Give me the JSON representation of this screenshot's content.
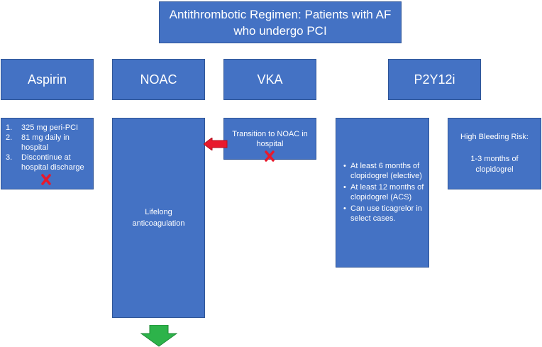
{
  "title": {
    "line1": "Antithrombotic Regimen: Patients with AF",
    "line2": "who undergo PCI"
  },
  "headers": {
    "aspirin": "Aspirin",
    "noac": "NOAC",
    "vka": "VKA",
    "p2y12": "P2Y12i"
  },
  "aspirin_detail": {
    "items": [
      {
        "num": "1.",
        "text": "325 mg peri-PCI"
      },
      {
        "num": "2.",
        "text": "81 mg daily in hospital"
      },
      {
        "num": "3.",
        "text": "Discontinue at hospital discharge"
      }
    ]
  },
  "noac_detail": {
    "text": "Lifelong anticoagulation"
  },
  "vka_detail": {
    "text": "Transition to NOAC in hospital"
  },
  "p2y12_detail": {
    "bullet": "•",
    "items": [
      "At least 6 months of clopidogrel (elective)",
      "At least 12 months of clopidogrel (ACS)",
      "Can use ticagrelor in select cases."
    ]
  },
  "bleeding": {
    "title": "High Bleeding Risk:",
    "text": "1-3 months of clopidogrel"
  },
  "colors": {
    "box_fill": "#4472c4",
    "box_border": "#2f5597",
    "text": "#ffffff",
    "x_mark": "#e8192c",
    "red_arrow": "#e8192c",
    "green_arrow": "#2db34a"
  },
  "icons": {
    "discontinue_aspirin": "x-mark-icon",
    "discontinue_vka": "x-mark-icon",
    "transition_arrow": "left-arrow-icon",
    "continue_arrow": "down-arrow-icon"
  }
}
